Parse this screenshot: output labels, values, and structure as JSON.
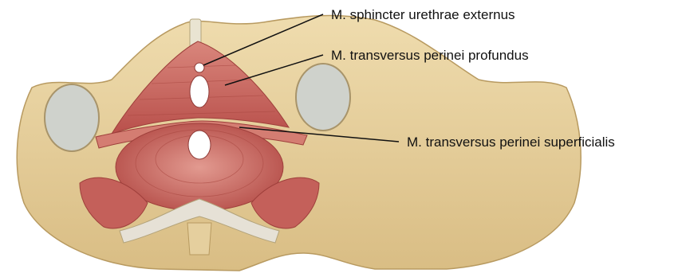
{
  "labels": [
    "M. sphincter urethrae externus",
    "M. transversus perinei profundus",
    "M. transversus perinei superficialis"
  ],
  "colors": {
    "bone": "#e5cf9e",
    "bone_shadow": "#c9ae76",
    "muscle": "#c8615c",
    "muscle_light": "#dc8a80",
    "muscle_dark": "#9e3f3b",
    "tendon": "#e6e1d6",
    "leader_line": "#111111"
  }
}
